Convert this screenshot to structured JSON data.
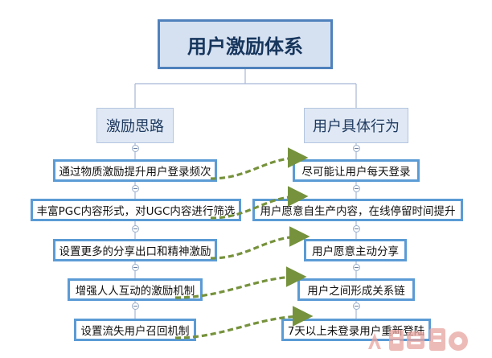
{
  "root": "用户激励体系",
  "left": {
    "title": "激励思路",
    "items": [
      "通过物质激励提升用户登录频次",
      "丰富PGC内容形式，对UGC内容进行筛选",
      "设置更多的分享出口和精神激励",
      "增强人人互动的激励机制",
      "设置流失用户召回机制"
    ]
  },
  "right": {
    "title": "用户具体行为",
    "items": [
      "尽可能让用户每天登录",
      "用户愿意自生产内容，在线停留时间提升",
      "用户愿意主动分享",
      "用户之间形成关系链",
      "7天以上未登录用户重新登陆"
    ]
  },
  "watermark": "人人都是产品经理",
  "colors": {
    "border": "#4f81bd",
    "arrow": "#76923c",
    "connector": "#a6b8d6"
  }
}
